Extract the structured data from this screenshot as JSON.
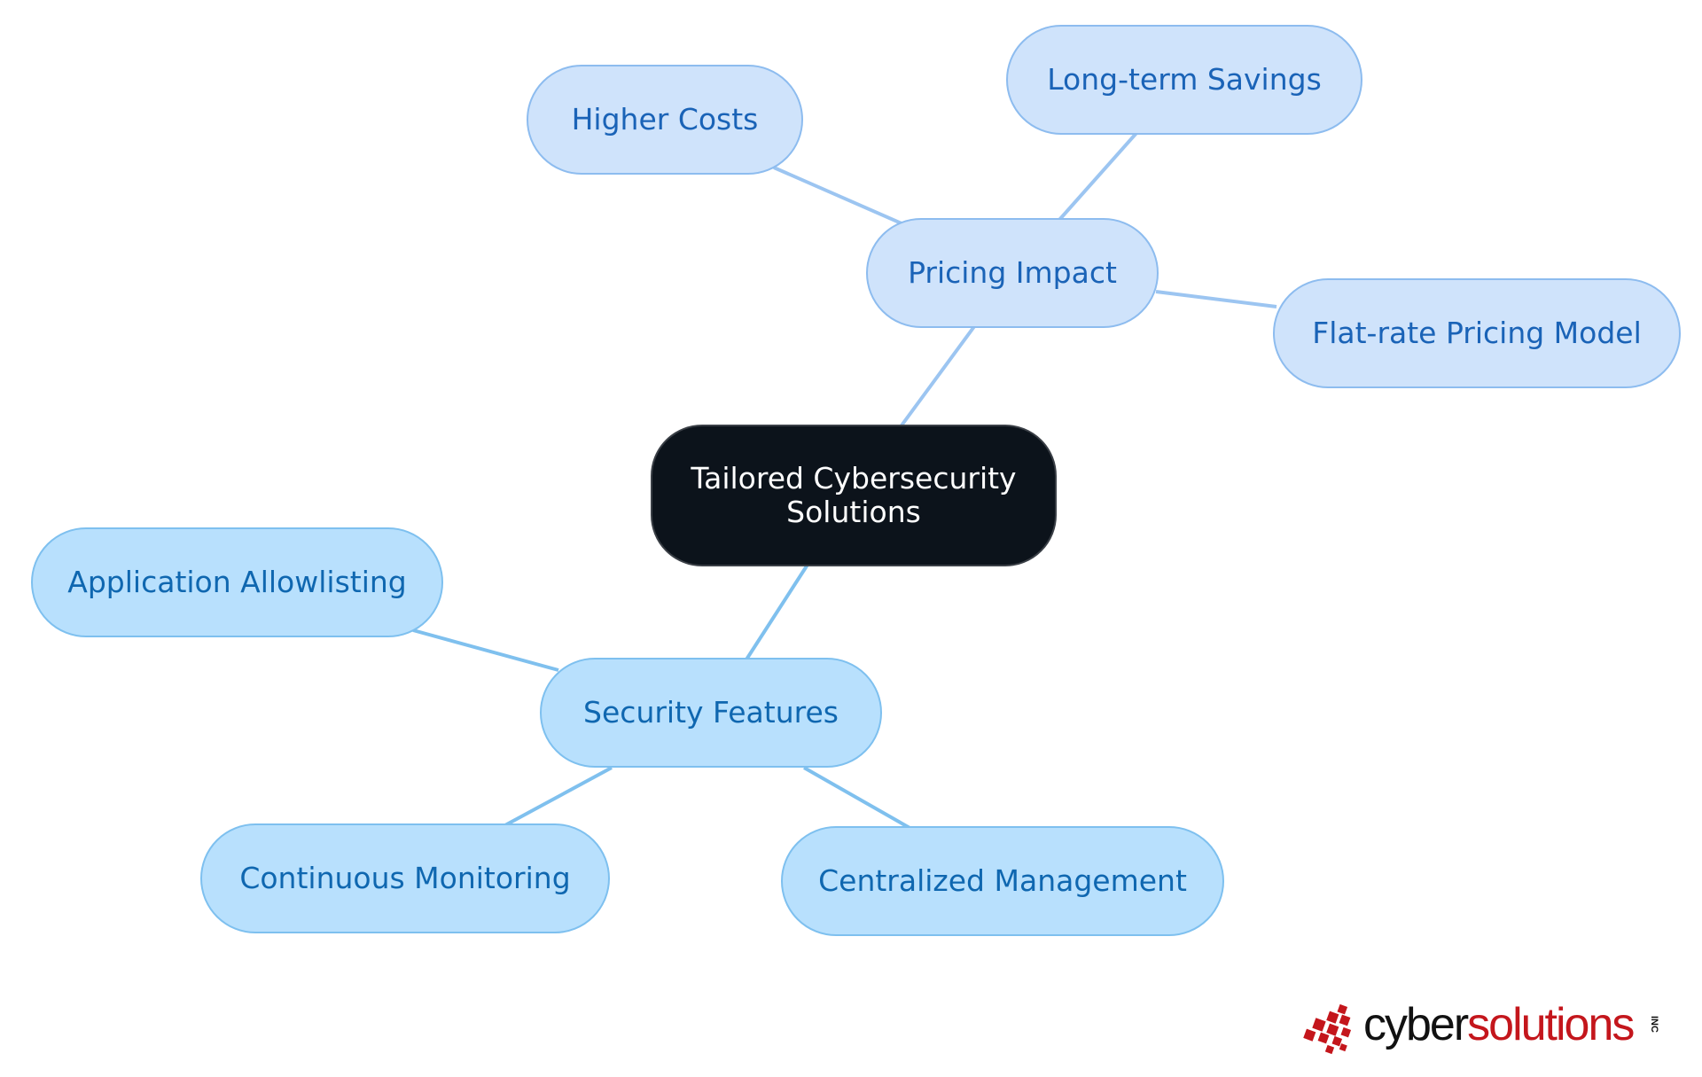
{
  "root": {
    "label": "Tailored Cybersecurity Solutions"
  },
  "branches": [
    {
      "label": "Pricing Impact",
      "children": [
        "Higher Costs",
        "Long-term Savings",
        "Flat-rate Pricing Model"
      ]
    },
    {
      "label": "Security Features",
      "children": [
        "Application Allowlisting",
        "Continuous Monitoring",
        "Centralized Management"
      ]
    }
  ],
  "logo": {
    "part1": "cyber",
    "part2": "solutions",
    "suffix": "INC"
  },
  "colors": {
    "root_fill": "#0c131b",
    "pricing_fill": "#cfe3fb",
    "pricing_line": "#9cc5f1",
    "security_fill": "#b8e0fd",
    "security_line": "#7fc0ee",
    "logo_red": "#c4161c"
  }
}
